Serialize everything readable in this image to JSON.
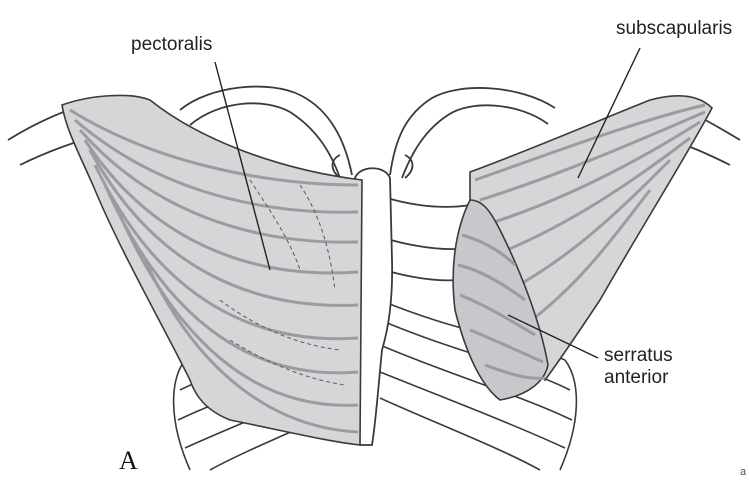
{
  "labels": {
    "pectoralis": "pectoralis",
    "subscapularis": "subscapularis",
    "serratus_anterior_line1": "serratus",
    "serratus_anterior_line2": "anterior",
    "panel_letter": "A",
    "corner_mark": "a"
  },
  "colors": {
    "muscle_fill": "#d4d6d8",
    "muscle_fibers": "#9a9c9f",
    "outline": "#3a3a3a",
    "bone_fill": "#ffffff"
  }
}
